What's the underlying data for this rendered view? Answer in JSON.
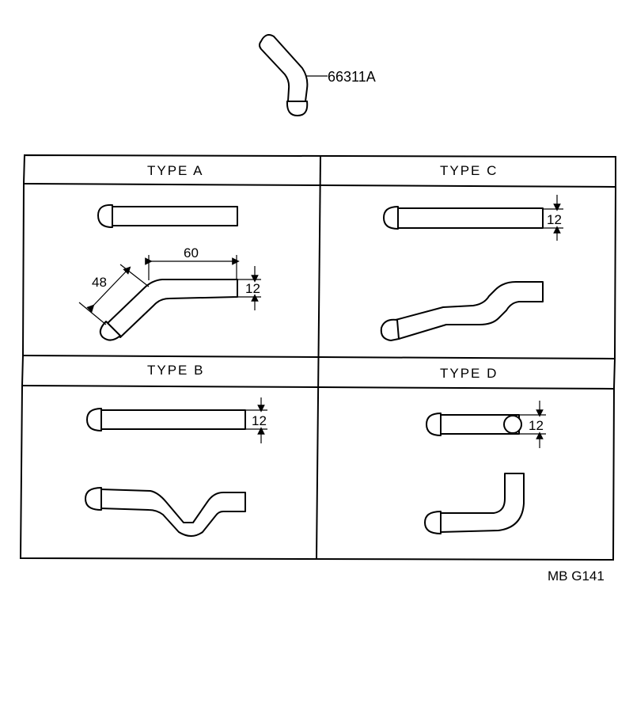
{
  "part_number": "66311A",
  "figure_code": "MB  G141",
  "panels": {
    "type_a": {
      "title": "TYPE  A",
      "dims": {
        "length": "60",
        "angle_leg": "48",
        "diameter": "12"
      }
    },
    "type_b": {
      "title": "TYPE  B",
      "dims": {
        "diameter": "12"
      }
    },
    "type_c": {
      "title": "TYPE  C",
      "dims": {
        "diameter": "12"
      }
    },
    "type_d": {
      "title": "TYPE  D",
      "dims": {
        "diameter": "12"
      }
    }
  }
}
